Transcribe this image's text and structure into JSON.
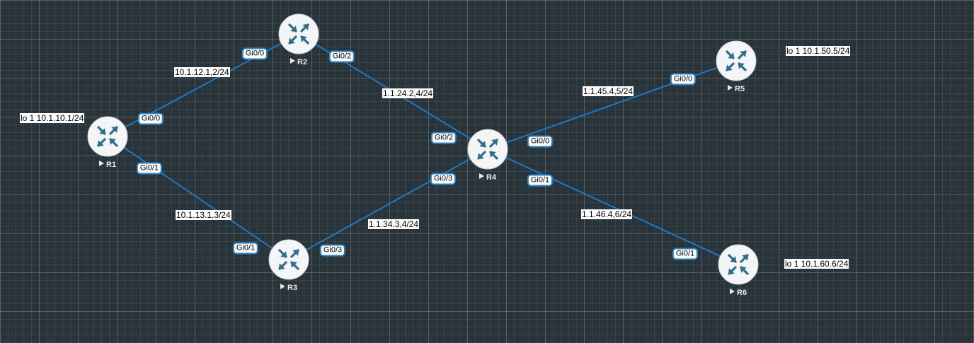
{
  "routers": [
    {
      "id": "R1",
      "label": "R1"
    },
    {
      "id": "R2",
      "label": "R2"
    },
    {
      "id": "R3",
      "label": "R3"
    },
    {
      "id": "R4",
      "label": "R4"
    },
    {
      "id": "R5",
      "label": "R5"
    },
    {
      "id": "R6",
      "label": "R6"
    }
  ],
  "links": [
    {
      "from": "R1",
      "to": "R2",
      "from_iface": "Gi0/0",
      "to_iface": "Gi0/0",
      "subnet": "10.1.12.1,2/24"
    },
    {
      "from": "R1",
      "to": "R3",
      "from_iface": "Gi0/1",
      "to_iface": "Gi0/1",
      "subnet": "10.1.13.1,3/24"
    },
    {
      "from": "R2",
      "to": "R4",
      "from_iface": "Gi0/2",
      "to_iface": "Gi0/2",
      "subnet": "1.1.24.2,4/24"
    },
    {
      "from": "R3",
      "to": "R4",
      "from_iface": "Gi0/3",
      "to_iface": "Gi0/3",
      "subnet": "1.1.34.3,4/24"
    },
    {
      "from": "R4",
      "to": "R5",
      "from_iface": "Gi0/0",
      "to_iface": "Gi0/0",
      "subnet": "1.1.45.4,5/24"
    },
    {
      "from": "R4",
      "to": "R6",
      "from_iface": "Gi0/1",
      "to_iface": "Gi0/1",
      "subnet": "1.1.46.4,6/24"
    }
  ],
  "loopbacks": [
    {
      "router": "R1",
      "text": "lo 1 10.1.10.1/24"
    },
    {
      "router": "R5",
      "text": "lo 1 10.1.50.5/24"
    },
    {
      "router": "R6",
      "text": "lo 1 10.1.60.6/24"
    }
  ],
  "colors": {
    "canvas": "#29333a",
    "link": "#1f78c1",
    "badge_border": "#2a85c8",
    "router_fill": "#f3f5f6",
    "router_icon": "#2f6e8a"
  },
  "icons": {
    "router": "router-icon",
    "status": "play-icon"
  }
}
